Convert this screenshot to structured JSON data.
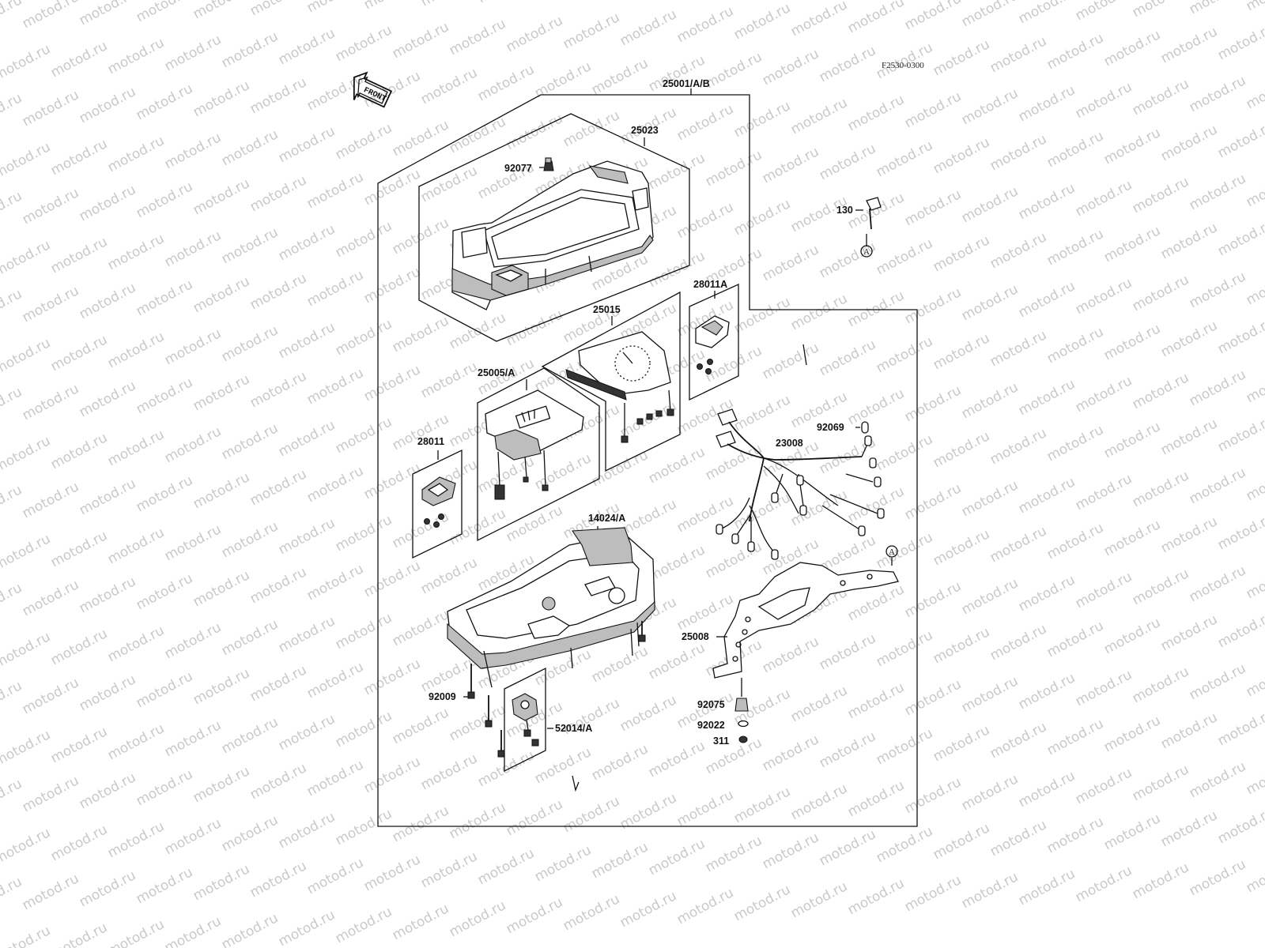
{
  "figure_code": "F2530-0300",
  "front_arrow_label": "FRONT",
  "watermark_text": "motod.ru",
  "ref_marker": "A",
  "parts": {
    "assembly": "25001/A/B",
    "case_cover": "25023",
    "bulb_socket_top": "92077",
    "tachometer": "25015",
    "speedometer": "25005/A",
    "gauge_fuel": "28011A",
    "gauge_temp": "28011",
    "bolt": "130",
    "grommet": "92069",
    "harness": "23008",
    "case_bottom": "14024/A",
    "bracket": "25008",
    "screw": "92009",
    "socket": "52014/A",
    "spacer": "92075",
    "washer": "92022",
    "nut": "311"
  }
}
